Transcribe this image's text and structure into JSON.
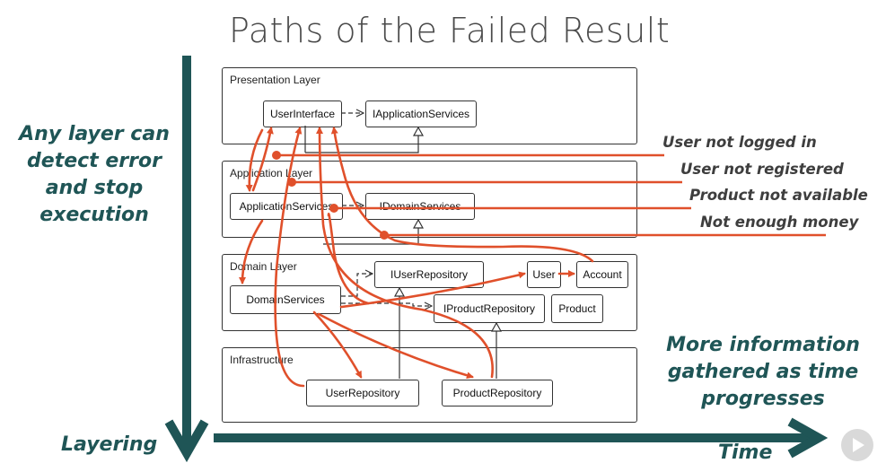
{
  "title": "Paths of the Failed Result",
  "left_note": "Any layer can detect error and stop execution",
  "right_note": "More information gathered as time progresses",
  "axis_labels": {
    "vertical": "Layering",
    "horizontal": "Time"
  },
  "errors": [
    "User not logged in",
    "User not registered",
    "Product not available",
    "Not enough money"
  ],
  "layers": {
    "presentation": {
      "label": "Presentation Layer",
      "boxes": {
        "user_interface": "UserInterface",
        "i_application_services": "IApplicationServices"
      }
    },
    "application": {
      "label": "Application Layer",
      "boxes": {
        "application_services": "ApplicationServices",
        "i_domain_services": "IDomainServices"
      }
    },
    "domain": {
      "label": "Domain Layer",
      "boxes": {
        "i_user_repository": "IUserRepository",
        "user": "User",
        "account": "Account",
        "domain_services": "DomainServices",
        "i_product_repository": "IProductRepository",
        "product": "Product"
      }
    },
    "infrastructure": {
      "label": "Infrastructure",
      "boxes": {
        "user_repository": "UserRepository",
        "product_repository": "ProductRepository"
      }
    }
  },
  "colors": {
    "teal": "#1f5556",
    "flow": "#e0502b",
    "line": "#333333"
  },
  "icons": [
    "play-icon"
  ]
}
